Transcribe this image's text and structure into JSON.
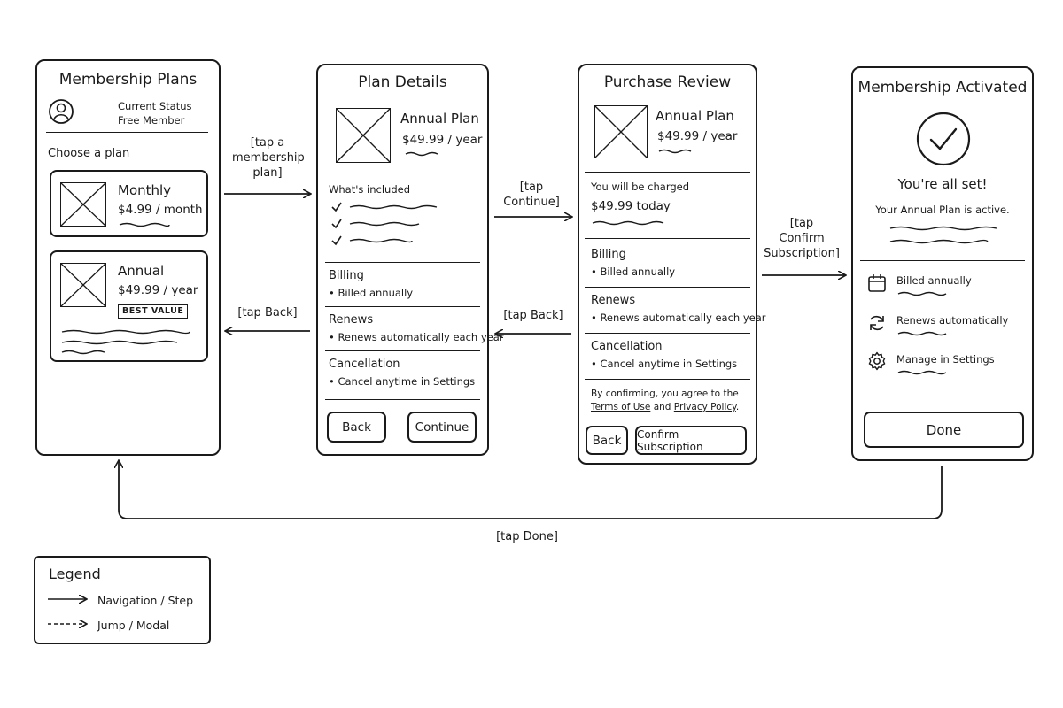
{
  "screens": {
    "plans": {
      "title": "Membership Plans",
      "status_label": "Current Status",
      "status_value": "Free Member",
      "choose_label": "Choose a plan",
      "monthly": {
        "name": "Monthly",
        "price": "$4.99 / month"
      },
      "annual": {
        "name": "Annual",
        "price": "$49.99 / year",
        "badge": "BEST VALUE"
      }
    },
    "details": {
      "title": "Plan Details",
      "plan_name": "Annual Plan",
      "plan_price": "$49.99 / year",
      "included_label": "What's included",
      "billing_label": "Billing",
      "billing_value": "Billed annually",
      "renews_label": "Renews",
      "renews_value": "Renews automatically each year",
      "cancel_label": "Cancellation",
      "cancel_value": "Cancel anytime in Settings",
      "back_button": "Back",
      "continue_button": "Continue"
    },
    "review": {
      "title": "Purchase Review",
      "plan_name": "Annual Plan",
      "plan_price": "$49.99 / year",
      "charged_label": "You will be charged",
      "charged_value": "$49.99 today",
      "billing_label": "Billing",
      "billing_value": "Billed annually",
      "renews_label": "Renews",
      "renews_value": "Renews automatically each year",
      "cancel_label": "Cancellation",
      "cancel_value": "Cancel anytime in Settings",
      "terms_prefix": "By confirming, you agree to the",
      "terms_link": "Terms of Use",
      "terms_and": "and",
      "privacy_link": "Privacy Policy",
      "terms_suffix": ".",
      "back_button": "Back",
      "confirm_button": "Confirm Subscription"
    },
    "activated": {
      "title": "Membership Activated",
      "heading": "You're all set!",
      "subtext": "Your Annual Plan is active.",
      "item1": "Billed annually",
      "item2": "Renews automatically",
      "item3": "Manage in Settings",
      "done_button": "Done"
    }
  },
  "transitions": {
    "tap_plan": [
      "[tap a",
      "membership",
      "plan]"
    ],
    "tap_back_1": "[tap Back]",
    "tap_continue": [
      "[tap",
      "Continue]"
    ],
    "tap_back_2": "[tap Back]",
    "tap_confirm": [
      "[tap",
      "Confirm",
      "Subscription]"
    ],
    "tap_done": "[tap Done]"
  },
  "legend": {
    "title": "Legend",
    "solid": "Navigation / Step",
    "dashed": "Jump / Modal"
  },
  "icons": {
    "avatar": "user-avatar-icon",
    "placeholder": "image-placeholder-icon",
    "check": "checkmark-icon",
    "success": "check-circle-icon",
    "calendar": "calendar-icon",
    "refresh": "refresh-icon",
    "gear": "gear-icon"
  }
}
